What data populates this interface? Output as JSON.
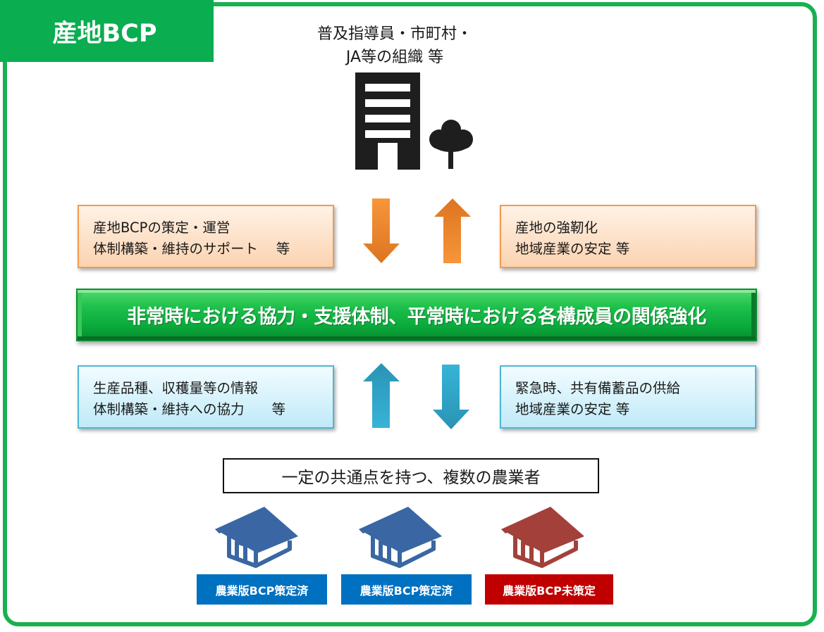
{
  "title": "産地BCP",
  "organization": {
    "line1": "普及指導員・市町村・",
    "line2": "JA等の組織 等",
    "icons": [
      "building-icon",
      "tree-icon"
    ]
  },
  "upper_boxes": {
    "left": "産地BCPの策定・運営\n体制構築・維持のサポート　 等",
    "right": "産地の強靭化\n地域産業の安定 等"
  },
  "banner": "非常時における協力・支援体制、平常時における各構成員の関係強化",
  "lower_boxes": {
    "left": "生産品種、収穫量等の情報\n体制構築・維持への協力　　等",
    "right": "緊急時、共有備蓄品の供給\n地域産業の安定 等"
  },
  "arrows": [
    {
      "direction": "down",
      "color": "#f08a2c"
    },
    {
      "direction": "up",
      "color": "#f08a2c"
    },
    {
      "direction": "up",
      "color": "#2aa6c9"
    },
    {
      "direction": "down",
      "color": "#2aa6c9"
    }
  ],
  "farmers_label": "一定の共通点を持つ、複数の農業者",
  "farmers": [
    {
      "status": "農業版BCP策定済",
      "color": "#0070c0",
      "house_color": "#3a67a3"
    },
    {
      "status": "農業版BCP策定済",
      "color": "#0070c0",
      "house_color": "#3a67a3"
    },
    {
      "status": "農業版BCP未策定",
      "color": "#c00000",
      "house_color": "#a3403a"
    }
  ],
  "colors": {
    "frame": "#19b14e",
    "title_bg": "#0aad4f",
    "banner": "#1cc04a"
  }
}
